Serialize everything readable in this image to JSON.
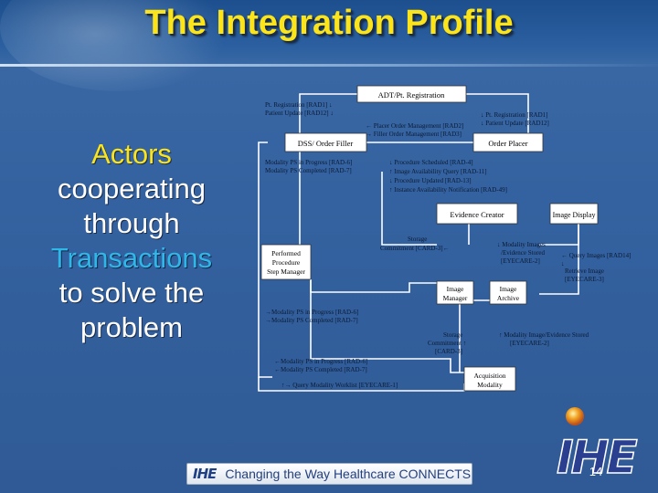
{
  "slide": {
    "title": "The Integration Profile",
    "left_text": {
      "line1": "Actors",
      "line2": "cooperating",
      "line3": "through",
      "line4": "Transactions",
      "line5": "to solve the",
      "line6": "problem"
    },
    "page_number": "14",
    "footer": {
      "logo": "IHE",
      "text_prefix": "Changing the Way Healthcare ",
      "text_connects": "CONNECTS"
    },
    "ihe_logo": "IHE",
    "colors": {
      "title": "#fbe41a",
      "accent_yellow": "#fbe41a",
      "accent_cyan": "#2fb7e8",
      "background": "#3462a0"
    }
  },
  "diagram": {
    "actors": {
      "adt": "ADT/Pt. Registration",
      "dss": "DSS/ Order Filler",
      "order_placer": "Order Placer",
      "evidence_creator": "Evidence Creator",
      "image_display": "Image Display",
      "ppsm_1": "Performed",
      "ppsm_2": "Procedure",
      "ppsm_3": "Step Manager",
      "image_manager_1": "Image",
      "image_manager_2": "Manager",
      "image_archive_1": "Image",
      "image_archive_2": "Archive",
      "acq_1": "Acquisition",
      "acq_2": "Modality"
    },
    "transactions": {
      "t_adt_dss_1": "Pt. Registration [RAD1] ↓",
      "t_adt_dss_2": "Patient Update [RAD12] ↓",
      "t_adt_op_1": "↓ Pt. Registration [RAD1]",
      "t_adt_op_2": "↓ Patient Update [RAD12]",
      "t_pom": "← Placer Order Management [RAD2]",
      "t_fom": "→ Filler Order Management [RAD3]",
      "t_mpps_dss_1": "Modality PS in Progress [RAD-6]",
      "t_mpps_dss_2": "Modality PS Completed [RAD-7]",
      "t_sched_1": "↓ Procedure Scheduled [RAD-4]",
      "t_sched_2": "↑ Image Availability Query [RAD-11]",
      "t_sched_3": "↓ Procedure Updated [RAD-13]",
      "t_sched_4": "↑ Instance Availability Notification [RAD-49]",
      "t_storage_commit_1": "Storage",
      "t_storage_commit_2": "Commitment [CARD-3]←",
      "t_mod_images_1": "↓ Modality Images",
      "t_mod_images_2": "/Evidence Stored",
      "t_mod_images_3": "[EYECARE-2]",
      "t_query_1": "← Query Images [RAD14]",
      "t_query_2": "↓",
      "t_query_3": "Retrieve Image",
      "t_query_4": "[EYECARE-3]",
      "t_mpps_im_1": "→Modality PS in Progress [RAD-6]",
      "t_mpps_im_2": "→Modality PS Completed [RAD-7]",
      "t_sc2_1": "Storage",
      "t_sc2_2": "Commitment ↑",
      "t_sc2_3": "[CARD-3]",
      "t_acq_store_1": "↑  Modality Image/Evidence Stored",
      "t_acq_store_2": "[EYECARE-2]",
      "t_mpps_acq_1": "←Modality PS in Progress [RAD-6]",
      "t_mpps_acq_2": "←Modality PS Completed [RAD-7]",
      "t_worklist": "↑→ Query Modality Worklist [EYECARE-1]"
    }
  }
}
